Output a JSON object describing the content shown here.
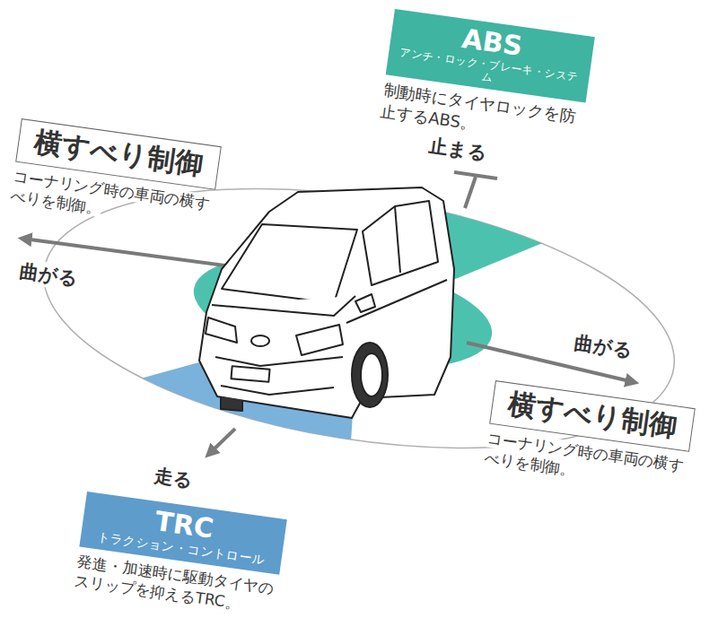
{
  "diagram": {
    "nodes": [
      {
        "text": [
          "ABS",
          "アンチ・ロック・ブレーキ・システム",
          "制動時にタイヤロックを防止するABS。"
        ]
      },
      {
        "text": [
          "横すべり制御",
          "コーナリング時の車両の横すべりを制御。"
        ]
      },
      {
        "text": [
          "横すべり制御",
          "コーナリング時の車両の横すべりを制御。"
        ]
      },
      {
        "text": [
          "TRC",
          "トラクション・コントロール",
          "発進・加速時に駆動タイヤのスリップを抑えるTRC。"
        ]
      }
    ],
    "labels": [
      "止まる",
      "曲がる",
      "曲がる",
      "走る"
    ]
  }
}
